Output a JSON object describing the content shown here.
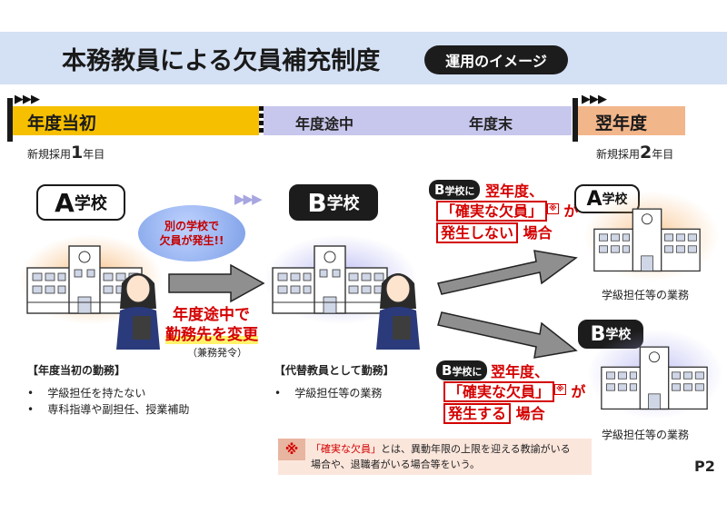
{
  "header": {
    "title": "本務教員による欠員補充制度",
    "pill": "運用のイメージ"
  },
  "timeline": {
    "start": "年度当初",
    "middle": "年度途中",
    "end_of_year": "年度末",
    "next_year": "翌年度",
    "arrows": "▶▶▶",
    "new_hire_prefix": "新規採用",
    "year1_num": "1",
    "year2_num": "2",
    "year_suffix": "年目"
  },
  "school_a": {
    "letter": "A",
    "suffix": "学校"
  },
  "school_b": {
    "letter": "B",
    "suffix": "学校"
  },
  "bubble": {
    "line1": "別の学校で",
    "line2": "欠員が発生!!"
  },
  "transfer": {
    "line1": "年度途中で",
    "line2": "勤務先を変更",
    "note": "（兼務発令）"
  },
  "triangles": "▶▶▶",
  "a_duties": {
    "heading": "【年度当初の勤務】",
    "items": [
      "学級担任を持たない",
      "専科指導や副担任、授業補助"
    ]
  },
  "b_duties": {
    "heading": "【代替教員として勤務】",
    "items": [
      "学級担任等の業務"
    ]
  },
  "case_a": {
    "pill_letter": "B",
    "pill_suffix": "学校に",
    "line1": "翌年度、",
    "line2_boxed": "「確実な欠員」",
    "line2_mark": "※",
    "line2_tail": "が",
    "line3_boxed": "発生しない",
    "line3_tail": "場合",
    "result": "学級担任等の業務"
  },
  "case_b": {
    "pill_letter": "B",
    "pill_suffix": "学校に",
    "line1": "翌年度、",
    "line2_boxed": "「確実な欠員」",
    "line2_mark": "※",
    "line2_tail": "が",
    "line3_boxed": "発生する",
    "line3_tail": "場合",
    "result": "学級担任等の業務"
  },
  "result_a_school": {
    "letter": "A",
    "suffix": "学校"
  },
  "result_b_school": {
    "letter": "B",
    "suffix": "学校"
  },
  "footnote": {
    "mark": "※",
    "term": "「確実な欠員」",
    "text_part1": "とは、異動年限の上限を迎える教諭がいる",
    "text_part2": "場合や、退職者がいる場合等をいう。"
  },
  "page_number": "P2",
  "colors": {
    "yellow": "#f6c000",
    "lavender": "#c7c6ec",
    "orange": "#f2b68b",
    "red": "#d40000",
    "title_bg": "#d4e0f3"
  }
}
